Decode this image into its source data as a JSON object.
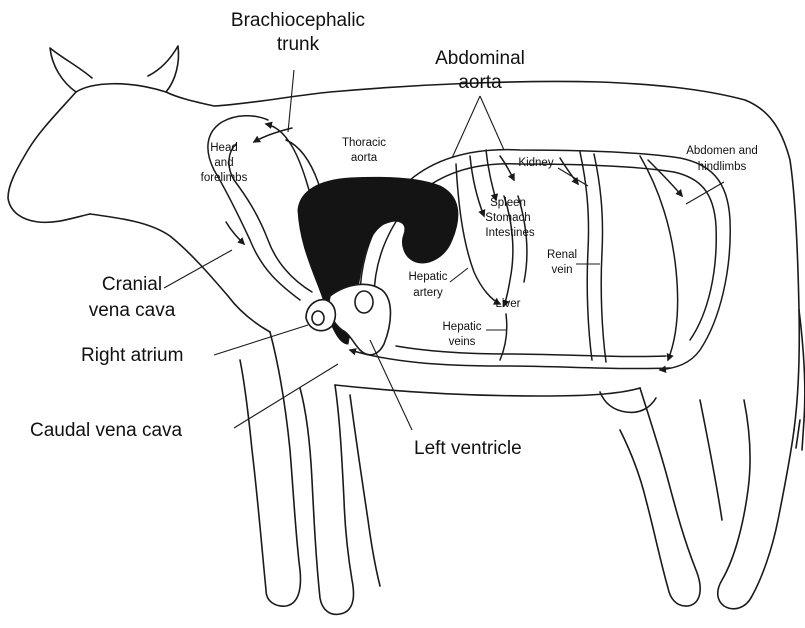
{
  "labels": {
    "brachiocephalic_1": "Brachiocephalic",
    "brachiocephalic_2": "trunk",
    "abdominal_aorta_1": "Abdominal",
    "abdominal_aorta_2": "aorta",
    "thoracic_aorta_1": "Thoracic",
    "thoracic_aorta_2": "aorta",
    "head_1": "Head",
    "head_2": "and",
    "head_3": "forelimbs",
    "kidney": "Kidney",
    "abdomen_1": "Abdomen and",
    "abdomen_2": "hindlimbs",
    "spleen": "Spleen",
    "stomach": "Stomach",
    "intestines": "Intestines",
    "renal_1": "Renal",
    "renal_2": "vein",
    "hepatic_artery_1": "Hepatic",
    "hepatic_artery_2": "artery",
    "liver": "Liver",
    "hepatic_veins_1": "Hepatic",
    "hepatic_veins_2": "veins",
    "cranial_1": "Cranial",
    "cranial_2": "vena cava",
    "right_atrium": "Right atrium",
    "caudal": "Caudal vena cava",
    "left_ventricle": "Left ventricle"
  }
}
